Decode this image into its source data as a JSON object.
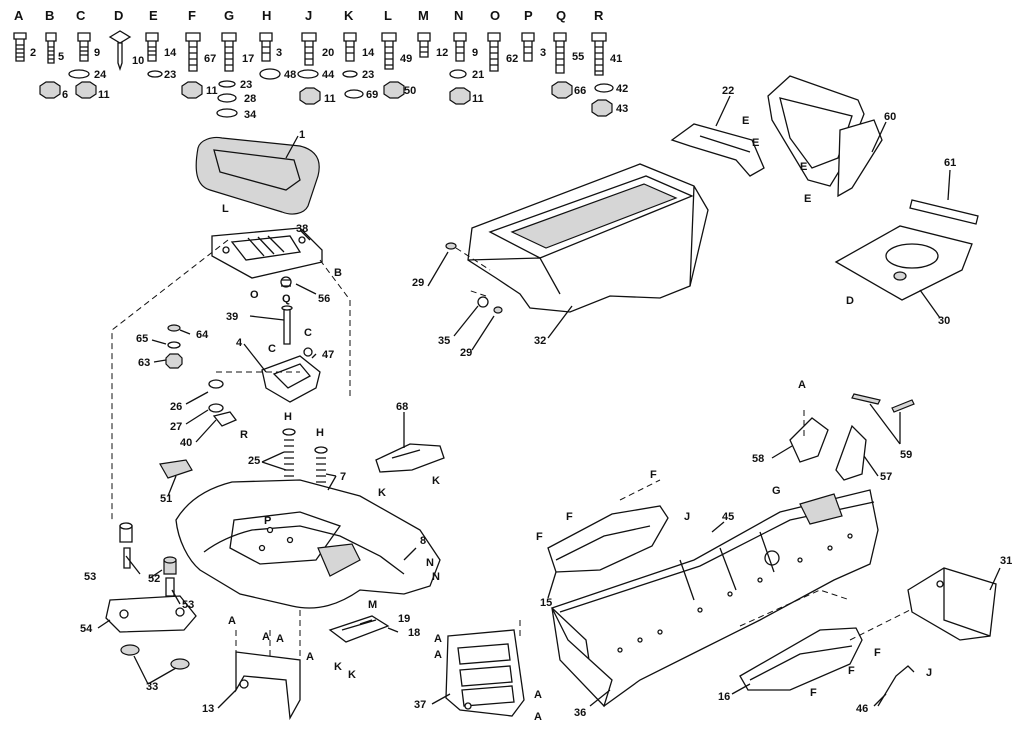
{
  "hardware_letters": [
    "A",
    "B",
    "C",
    "D",
    "E",
    "F",
    "G",
    "H",
    "J",
    "K",
    "L",
    "M",
    "N",
    "O",
    "P",
    "Q",
    "R"
  ],
  "hardware_numbers": [
    "2",
    "5",
    "9",
    "10",
    "14",
    "67",
    "17",
    "3",
    "20",
    "14",
    "49",
    "12",
    "9",
    "62",
    "3",
    "55",
    "41",
    "24",
    "23",
    "23",
    "48",
    "44",
    "23",
    "21",
    "42",
    "6",
    "11",
    "11",
    "28",
    "11",
    "69",
    "50",
    "11",
    "66",
    "43",
    "34"
  ],
  "part_numbers": [
    "1",
    "38",
    "56",
    "39",
    "65",
    "64",
    "63",
    "4",
    "47",
    "26",
    "27",
    "40",
    "25",
    "7",
    "51",
    "68",
    "8",
    "52",
    "53",
    "53",
    "54",
    "33",
    "13",
    "19",
    "18",
    "37",
    "29",
    "35",
    "29",
    "32",
    "22",
    "60",
    "61",
    "30",
    "58",
    "57",
    "59",
    "45",
    "15",
    "36",
    "16",
    "46",
    "31"
  ],
  "callout_letters": [
    "L",
    "O",
    "Q",
    "B",
    "C",
    "C",
    "R",
    "H",
    "H",
    "P",
    "N",
    "N",
    "M",
    "K",
    "K",
    "K",
    "K",
    "A",
    "A",
    "A",
    "A",
    "A",
    "A",
    "A",
    "A",
    "E",
    "E",
    "E",
    "E",
    "D",
    "A",
    "G",
    "F",
    "F",
    "F",
    "F",
    "F",
    "F",
    "J",
    "J"
  ]
}
